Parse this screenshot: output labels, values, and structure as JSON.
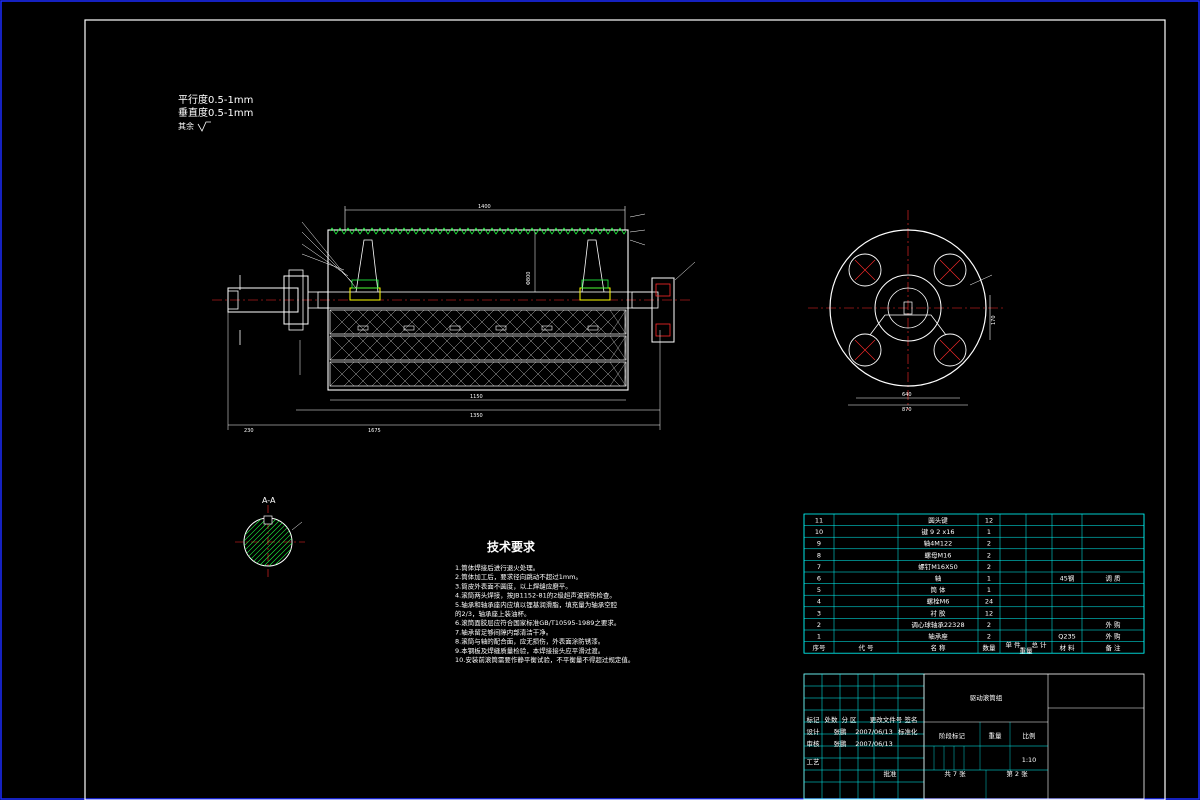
{
  "notes": {
    "line1": "平行度0.5-1mm",
    "line2": "垂直度0.5-1mm",
    "line3": "其余"
  },
  "dims": {
    "top_width": "1400",
    "mid1": "1150",
    "mid2": "1350",
    "shaft_left": "230",
    "shaft_total": "1675",
    "diam": "Φ800",
    "side1": "640",
    "side2": "870",
    "side3": "170"
  },
  "section": {
    "label": "A-A"
  },
  "tech": {
    "title": "技术要求",
    "items": [
      "1.筒体焊接后进行退火处理。",
      "2.筒体加工后，要求径向跳动不超过1mm。",
      "3.筒皮外表面不圆度，以上焊缝应磨平。",
      "4.滚筒两头焊接，按JB1152-81的2级超声波探伤检查。",
      "5.轴承和轴承座内应填以锂基润滑脂，填充量为轴承空腔",
      "的2/3，轴承座上装油杯。",
      "6.滚筒面胶层应符合国家标准GB/T10595-1989之要求。",
      "7.轴承留足够间隙内部清洁干净。",
      "8.滚筒与轴的配合面，应无损伤，外表面涂防锈漆。",
      "9.本钢板及焊缝质量检验，本焊接接头应平滑过渡。",
      "10.安装前滚筒需要作静平衡试验，不平衡量不得超过规定值。"
    ]
  },
  "bom": [
    {
      "no": "11",
      "code": "",
      "name": "圆头键",
      "qty": "12",
      "material": "",
      "note": ""
    },
    {
      "no": "10",
      "code": "",
      "name": "键 9 2 x16",
      "qty": "1",
      "material": "",
      "note": ""
    },
    {
      "no": "9",
      "code": "",
      "name": "轴4M122",
      "qty": "2",
      "material": "",
      "note": ""
    },
    {
      "no": "8",
      "code": "",
      "name": "螺母M16",
      "qty": "2",
      "material": "",
      "note": ""
    },
    {
      "no": "7",
      "code": "",
      "name": "螺钉M16X50",
      "qty": "2",
      "material": "",
      "note": ""
    },
    {
      "no": "6",
      "code": "",
      "name": "轴",
      "qty": "1",
      "material": "45钢",
      "note": "调 质"
    },
    {
      "no": "5",
      "code": "",
      "name": "筒 体",
      "qty": "1",
      "material": "",
      "note": ""
    },
    {
      "no": "4",
      "code": "",
      "name": "螺栓M6",
      "qty": "24",
      "material": "",
      "note": ""
    },
    {
      "no": "3",
      "code": "",
      "name": "衬 胶",
      "qty": "12",
      "material": "",
      "note": ""
    },
    {
      "no": "2",
      "code": "",
      "name": "调心球轴承22328",
      "qty": "2",
      "material": "",
      "note": "外 购"
    },
    {
      "no": "1",
      "code": "",
      "name": "轴承座",
      "qty": "2",
      "material": "Q235",
      "note": "外 购"
    }
  ],
  "bom_header": {
    "no": "序号",
    "code": "代 号",
    "name": "名 称",
    "qty": "数量",
    "unit": "单 件",
    "total": "总 计",
    "weight": "重量",
    "material": "材 料",
    "note": "备 注"
  },
  "titleblock": {
    "drawing_name": "驱动滚筒组",
    "mark": "标记",
    "count": "处数",
    "zone": "分 区",
    "change": "更改文件号",
    "sign": "签名",
    "design": "设计",
    "designer": "张鹏",
    "date1": "2007/06/13",
    "std": "标准化",
    "check": "审核",
    "checker": "张鹏",
    "date2": "2007/06/13",
    "process": "工艺",
    "approve": "批准",
    "stage": "阶段标记",
    "weight": "重量",
    "scale_label": "比例",
    "scale": "1:10",
    "sheets": "共 7 张",
    "sheet": "第 2 张"
  },
  "colors": {
    "frame": "#1c2cff",
    "line": "#ffffff",
    "red": "#ff2a2a",
    "green": "#22ff44",
    "cyan": "#00ffff",
    "yellow": "#ffff00",
    "blue": "#3050ff"
  }
}
